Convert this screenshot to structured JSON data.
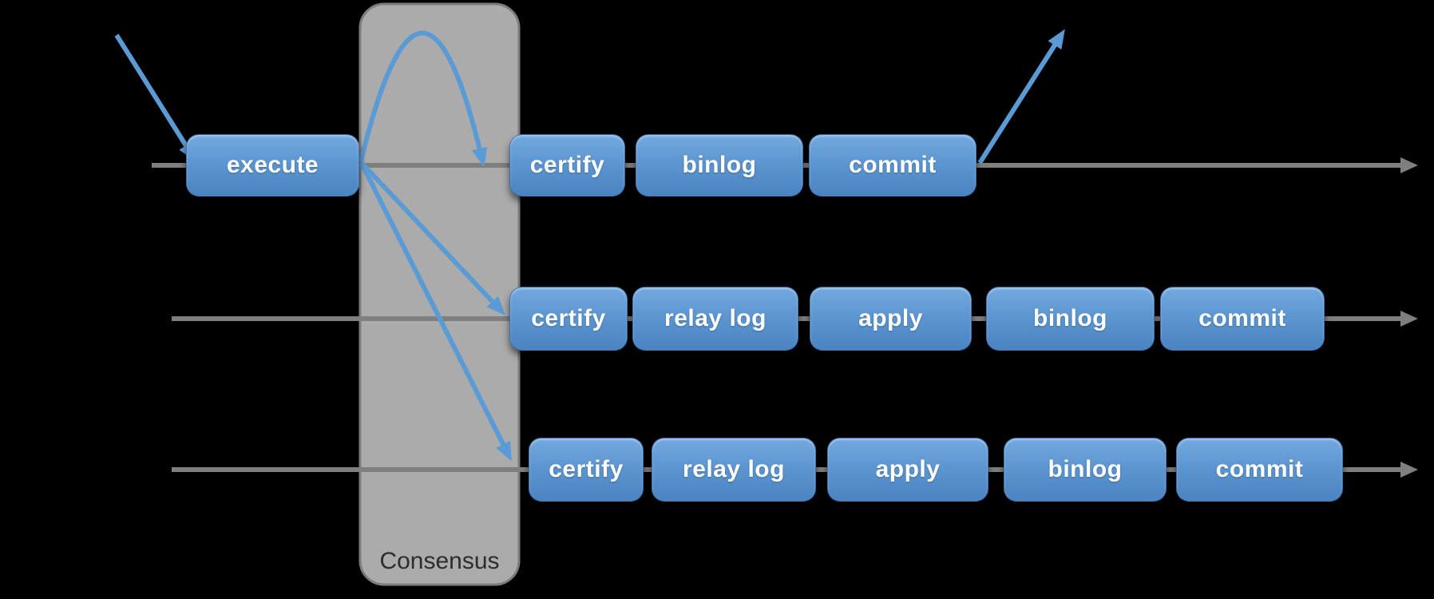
{
  "diagram": {
    "consensus": {
      "label": "Consensus"
    },
    "lanes": [
      {
        "boxes": [
          {
            "label": "execute"
          },
          {
            "label": "certify"
          },
          {
            "label": "binlog"
          },
          {
            "label": "commit"
          }
        ]
      },
      {
        "boxes": [
          {
            "label": "certify"
          },
          {
            "label": "relay log"
          },
          {
            "label": "apply"
          },
          {
            "label": "binlog"
          },
          {
            "label": "commit"
          }
        ]
      },
      {
        "boxes": [
          {
            "label": "certify"
          },
          {
            "label": "relay log"
          },
          {
            "label": "apply"
          },
          {
            "label": "binlog"
          },
          {
            "label": "commit"
          }
        ]
      }
    ],
    "arrows": {
      "incoming": "incoming-transaction-arrow",
      "arc_to_row1": "consensus-broadcast-row1-arc-arrow",
      "to_row2": "consensus-broadcast-row2-arrow",
      "to_row3": "consensus-broadcast-row3-arrow",
      "outgoing": "commit-response-arrow",
      "lane_ends": "lane-direction-arrowheads"
    },
    "colors": {
      "background": "#000000",
      "arrow_blue": "#5B9BD5",
      "lane_gray": "#7F7F7F",
      "consensus_fill": "#ABABAB",
      "consensus_border": "#7C7C7C",
      "box_gradient_top": "#74A9E0",
      "box_gradient_bottom": "#4A84C2",
      "box_text": "#FFFFFF",
      "consensus_text": "#2D2D2D"
    }
  }
}
